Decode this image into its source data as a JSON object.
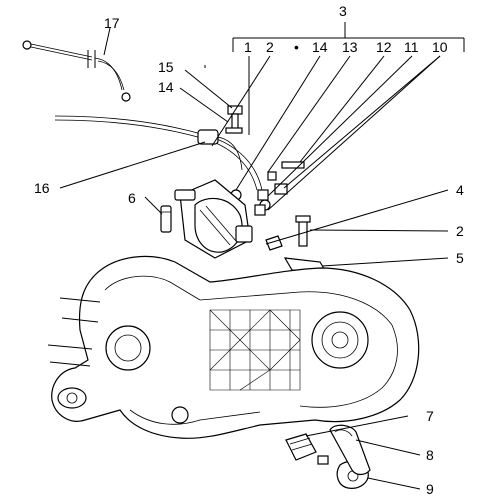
{
  "diagram": {
    "callouts": [
      {
        "id": "c3",
        "label": "3"
      },
      {
        "id": "c17",
        "label": "17"
      },
      {
        "id": "c1",
        "label": "1"
      },
      {
        "id": "c2top",
        "label": "2"
      },
      {
        "id": "cdot",
        "label": "•"
      },
      {
        "id": "c14top",
        "label": "14"
      },
      {
        "id": "c13",
        "label": "13"
      },
      {
        "id": "c12",
        "label": "12"
      },
      {
        "id": "c11",
        "label": "11"
      },
      {
        "id": "c10",
        "label": "10"
      },
      {
        "id": "c15",
        "label": "15"
      },
      {
        "id": "c14left",
        "label": "14"
      },
      {
        "id": "c16",
        "label": "16"
      },
      {
        "id": "c6",
        "label": "6"
      },
      {
        "id": "c4",
        "label": "4"
      },
      {
        "id": "c2right",
        "label": "2"
      },
      {
        "id": "c5",
        "label": "5"
      },
      {
        "id": "c7",
        "label": "7"
      },
      {
        "id": "c8",
        "label": "8"
      },
      {
        "id": "c9",
        "label": "9"
      }
    ]
  }
}
